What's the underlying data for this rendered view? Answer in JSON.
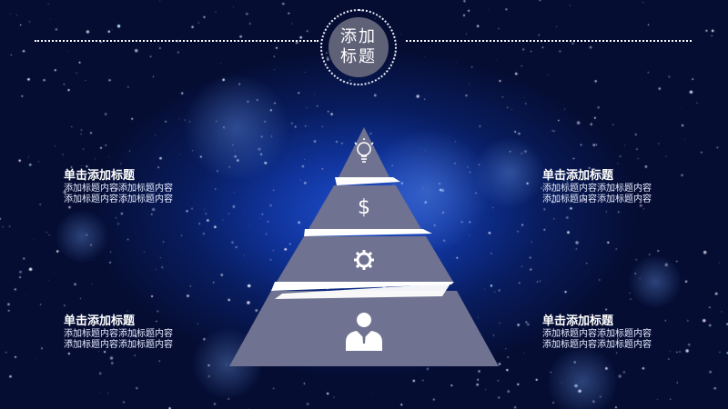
{
  "header": {
    "title": "添加标题"
  },
  "pyramid": {
    "tiers": [
      {
        "icon": "lightbulb-icon"
      },
      {
        "icon": "dollar-icon",
        "symbol": "$"
      },
      {
        "icon": "gear-icon"
      },
      {
        "icon": "person-icon"
      }
    ]
  },
  "blocks": [
    {
      "title": "单击添加标题",
      "line1": "添加标题内容添加标题内容",
      "line2": "添加标题内容添加标题内容"
    },
    {
      "title": "单击添加标题",
      "line1": "添加标题内容添加标题内容",
      "line2": "添加标题内容添加标题内容"
    },
    {
      "title": "单击添加标题",
      "line1": "添加标题内容添加标题内容",
      "line2": "添加标题内容添加标题内容"
    },
    {
      "title": "单击添加标题",
      "line1": "添加标题内容添加标题内容",
      "line2": "添加标题内容添加标题内容"
    }
  ],
  "colors": {
    "tier_fill": "#6f7290",
    "divider": "#ffffff",
    "badge_fill": "#5f6177"
  }
}
